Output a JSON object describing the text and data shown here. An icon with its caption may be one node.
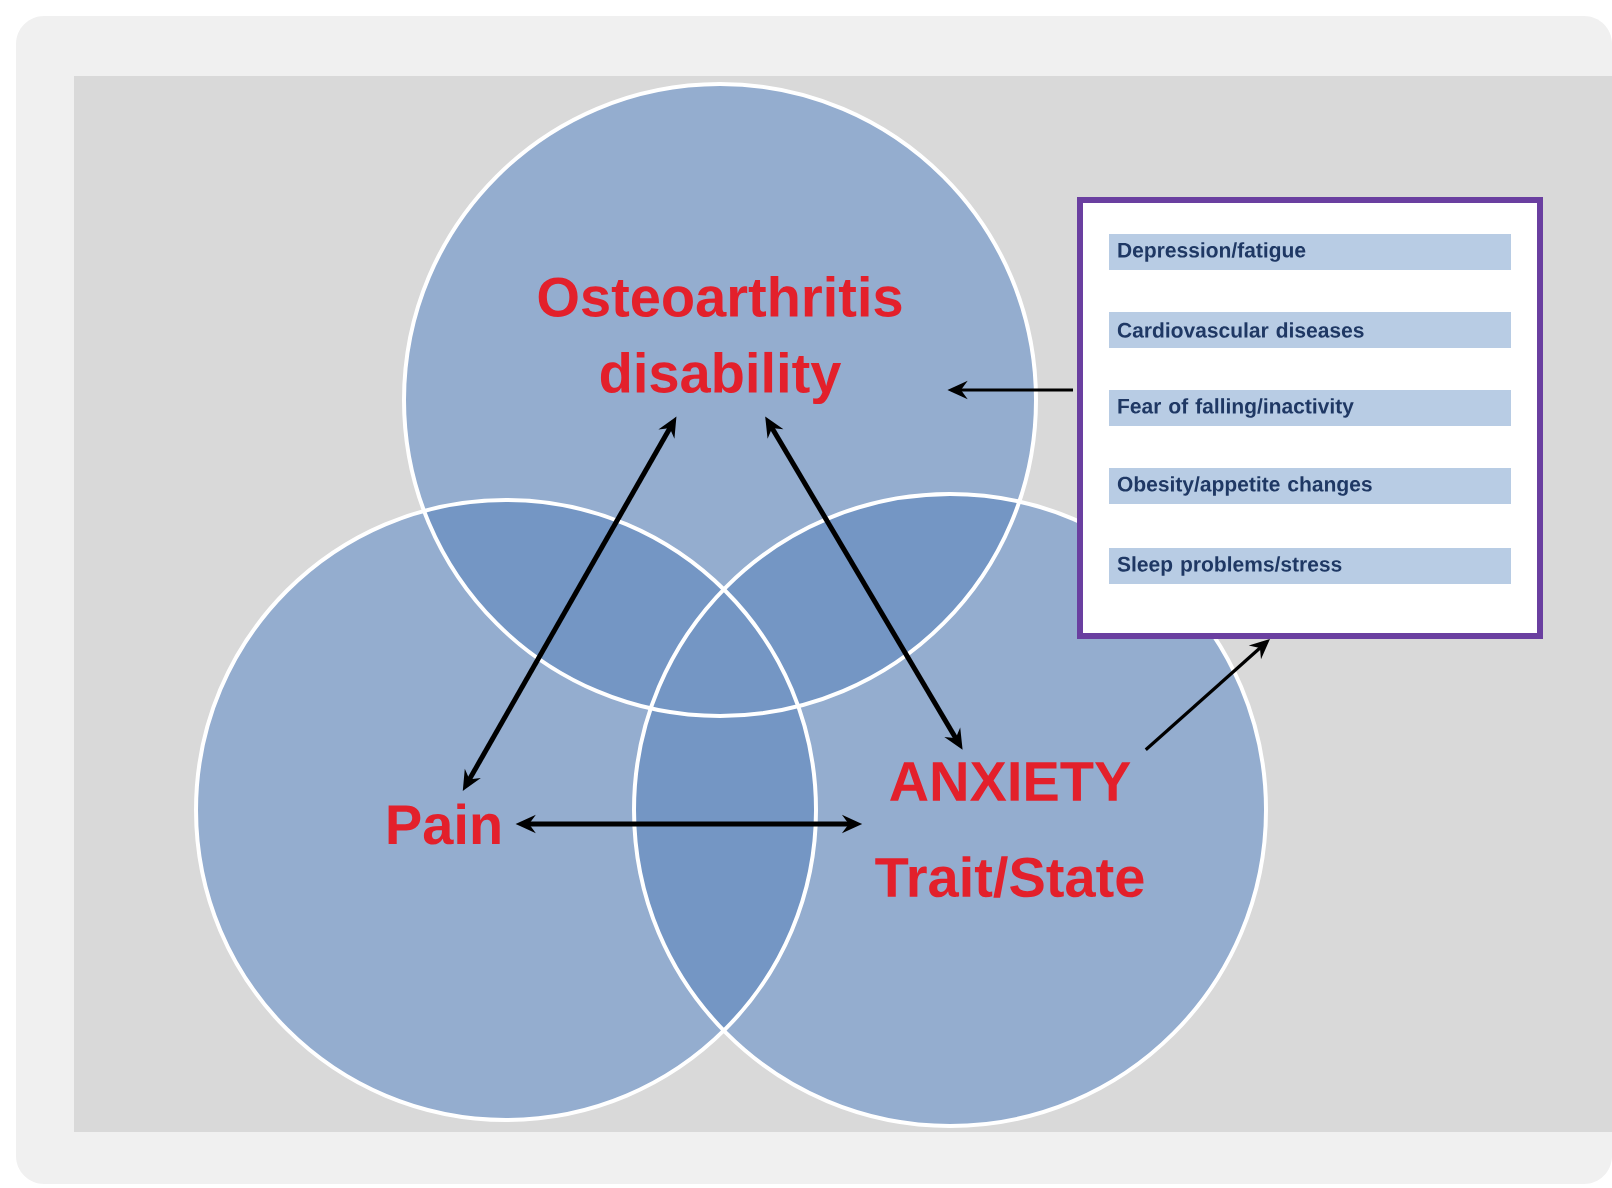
{
  "diagram": {
    "nodes": [
      {
        "text": [
          "Osteoarthritis disability"
        ]
      },
      {
        "text": [
          "Pain"
        ]
      },
      {
        "text": [
          "ANXIETY",
          "Trait/State"
        ]
      },
      {
        "text": [],
        "shape": "box"
      },
      {
        "text": [
          "Depression/fatigue"
        ],
        "in": 3
      },
      {
        "text": [
          "Cardiovascular diseases"
        ],
        "in": 3
      },
      {
        "text": [
          "Fear of falling/inactivity"
        ],
        "in": 3
      },
      {
        "text": [
          "Obesity/appetite changes"
        ],
        "in": 3
      },
      {
        "text": [
          "Sleep problems/stress"
        ],
        "in": 3
      }
    ],
    "edges": [
      {
        "from": 0,
        "to": 1,
        "arrow": "both"
      },
      {
        "from": 0,
        "to": 2,
        "arrow": "both"
      },
      {
        "from": 1,
        "to": 2,
        "arrow": "both"
      },
      {
        "from": 3,
        "to": 0,
        "arrow": "to"
      },
      {
        "from": 2,
        "to": 3,
        "arrow": "to"
      }
    ]
  }
}
